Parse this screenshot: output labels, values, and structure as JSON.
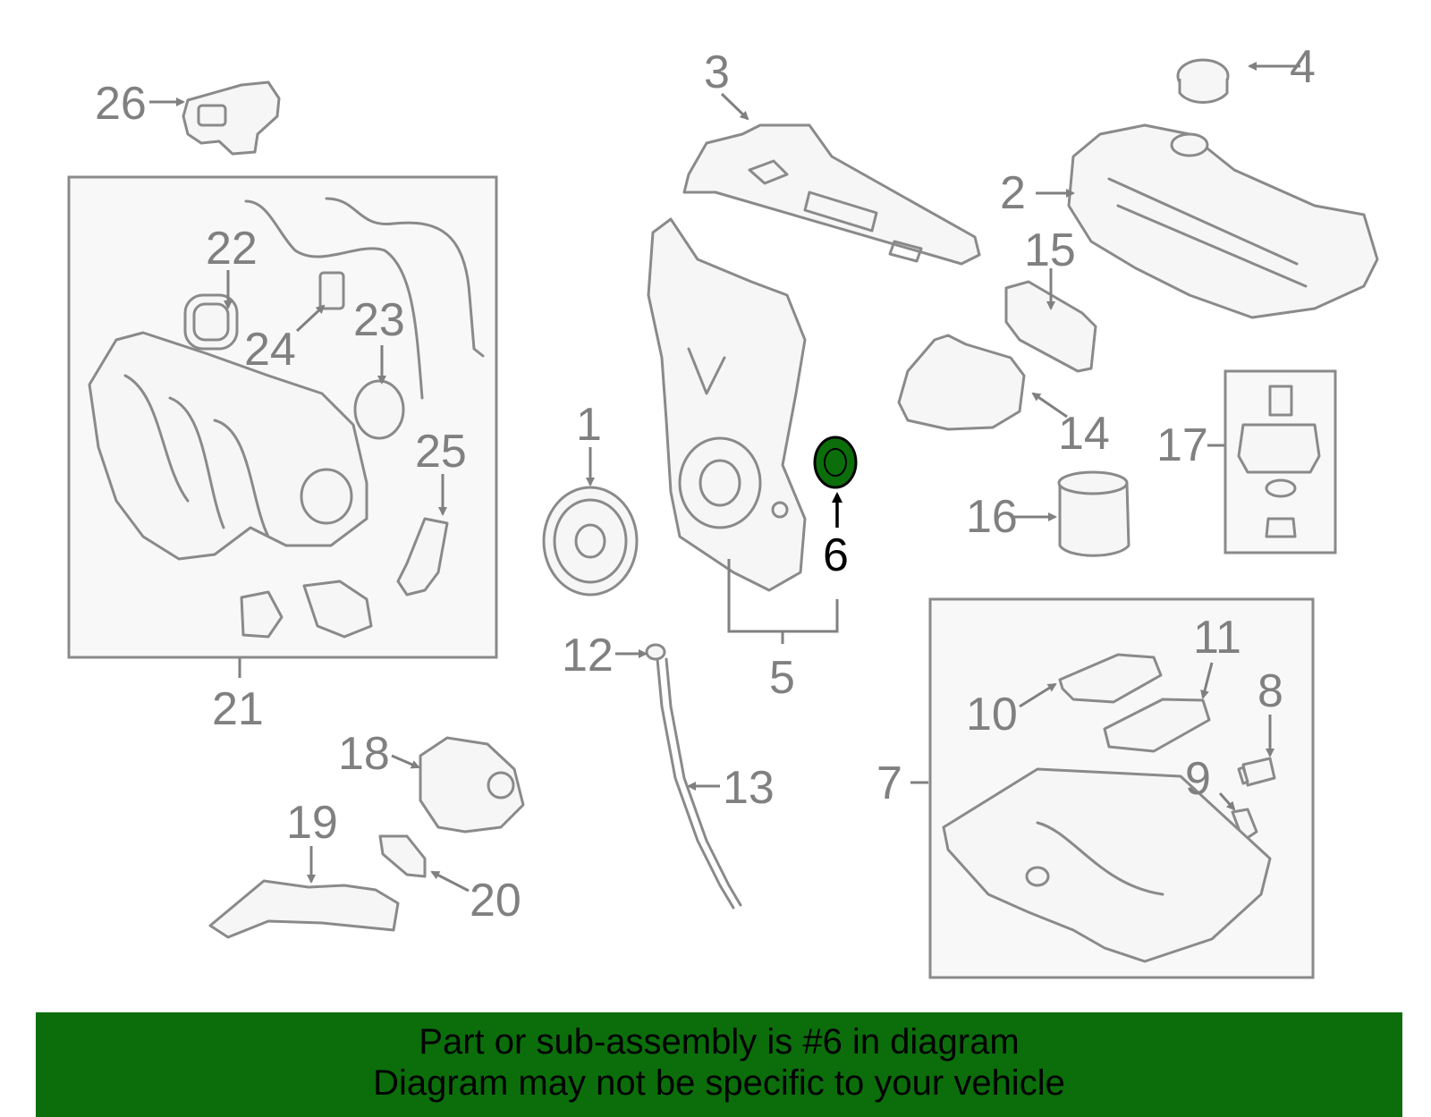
{
  "callouts": {
    "c1": "1",
    "c2": "2",
    "c3": "3",
    "c4": "4",
    "c5": "5",
    "c6": "6",
    "c7": "7",
    "c8": "8",
    "c9": "9",
    "c10": "10",
    "c11": "11",
    "c12": "12",
    "c13": "13",
    "c14": "14",
    "c15": "15",
    "c16": "16",
    "c17": "17",
    "c18": "18",
    "c19": "19",
    "c20": "20",
    "c21": "21",
    "c22": "22",
    "c23": "23",
    "c24": "24",
    "c25": "25",
    "c26": "26"
  },
  "highlight": {
    "callout": "6",
    "color": "#0b6e0b"
  },
  "colors": {
    "line": "#8a8a8a",
    "banner": "#0b6e0b",
    "highlight_text": "#000000"
  },
  "banner": {
    "line1": "Part or sub-assembly is #6 in diagram",
    "line2": "Diagram may not be specific to your vehicle"
  }
}
